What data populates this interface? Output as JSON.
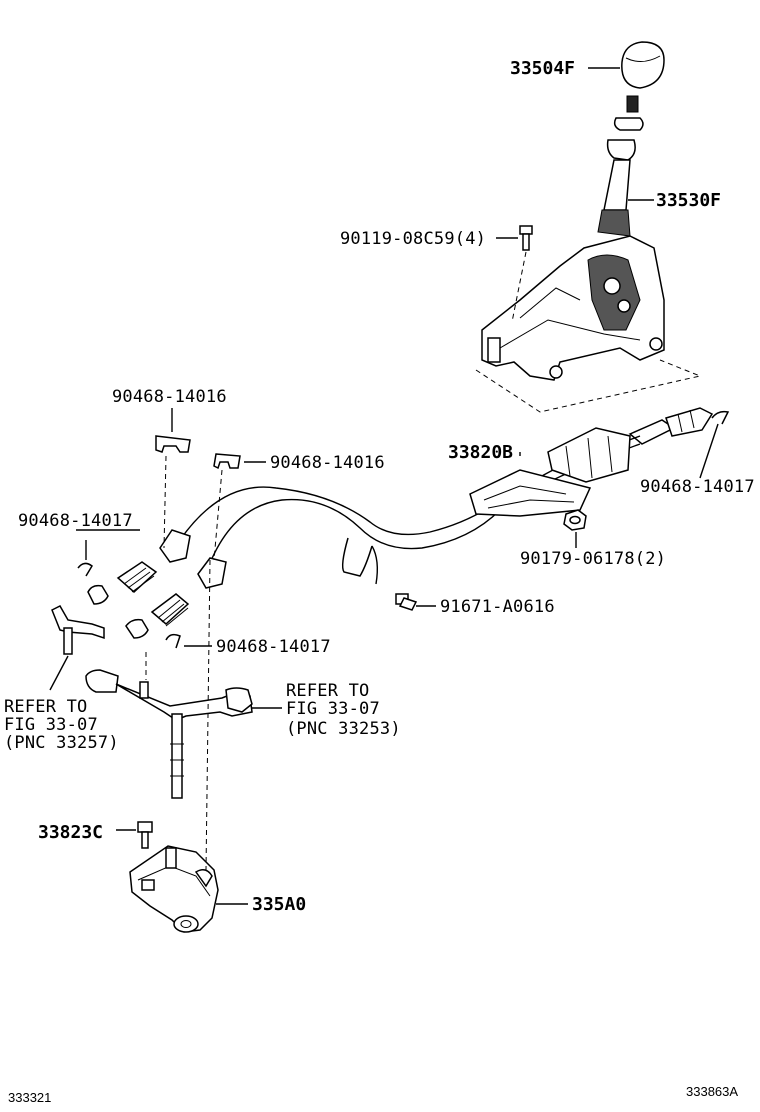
{
  "labels": {
    "knob": "33504F",
    "lever": "33530F",
    "lever_bolt": "90119-08C59(4)",
    "clip_top_left": "90468-14016",
    "clip_mid": "90468-14016",
    "cable_assy": "33820B",
    "clip_right": "90468-14017",
    "clip_left": "90468-14017",
    "nut": "90179-06178(2)",
    "bolt_small": "91671-A0616",
    "clip_lower": "90468-14017",
    "ref_left_1": "REFER TO",
    "ref_left_2": "FIG 33-07",
    "ref_left_3": "(PNC 33257)",
    "ref_right_1": "REFER TO",
    "ref_right_2": "FIG 33-07",
    "ref_right_3": "(PNC 33253)",
    "bracket_bolt": "33823C",
    "bracket": "335A0"
  },
  "footer": {
    "left_code": "333321",
    "right_code": "333863A"
  }
}
